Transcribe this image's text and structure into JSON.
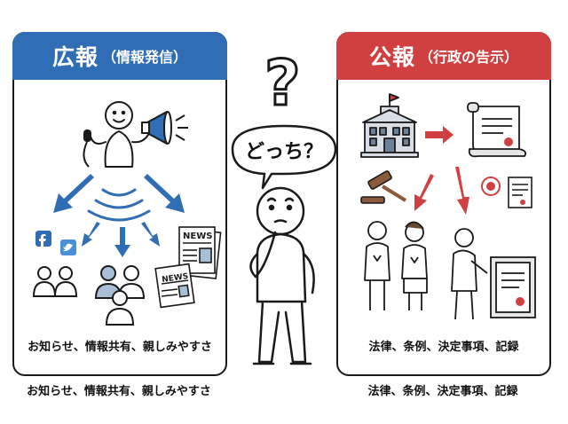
{
  "left_panel": {
    "title_main": "広報",
    "title_sub": "（情報発信）",
    "caption": "お知らせ、情報共有、親しみやすさ",
    "header_color": "#2f6db5",
    "icons": [
      "megaphone-icon",
      "microphone-icon",
      "facebook-icon",
      "twitter-icon",
      "newspaper-icon",
      "audience-icon"
    ],
    "news_label": "NEWS"
  },
  "right_panel": {
    "title_main": "公報",
    "title_sub": "（行政の告示）",
    "caption": "法律、条例、決定事項、記録",
    "header_color": "#d04040",
    "icons": [
      "government-building-icon",
      "scroll-icon",
      "gavel-icon",
      "seal-document-icon",
      "certificate-icon"
    ]
  },
  "center": {
    "question_mark": "?",
    "bubble_text": "どっち？"
  },
  "below_captions": {
    "left": "お知らせ、情報共有、親しみやすさ",
    "right": "法律、条例、決定事項、記録"
  }
}
